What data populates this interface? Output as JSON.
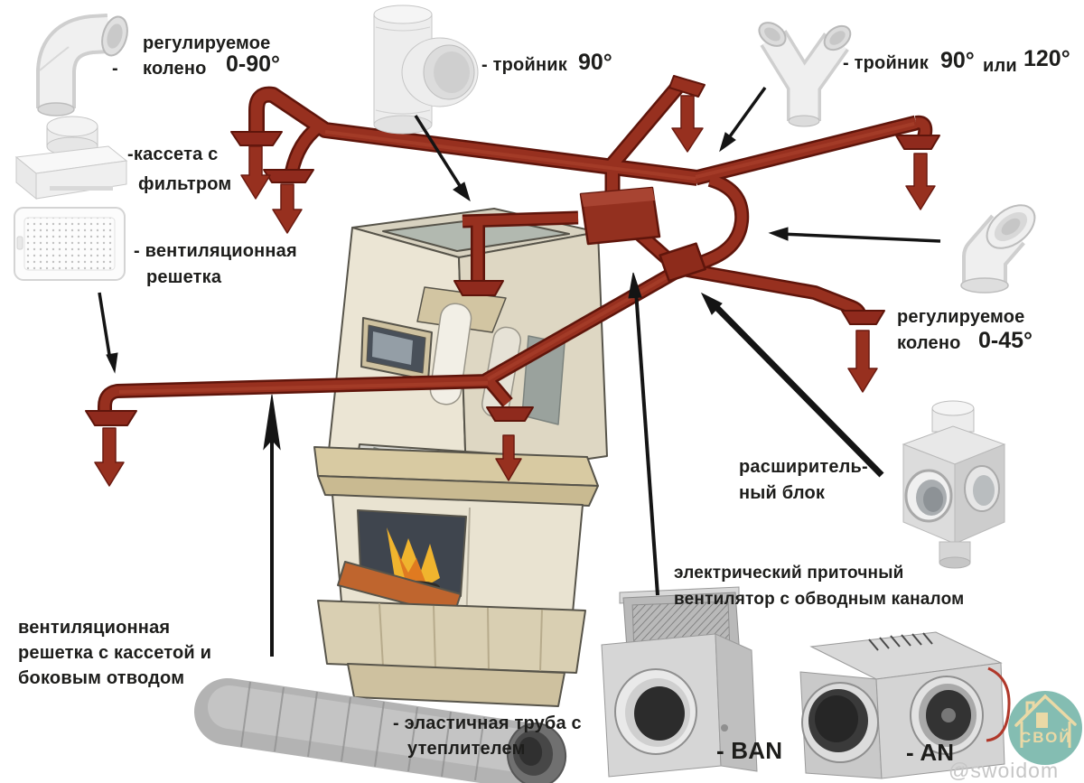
{
  "labels": {
    "elbow_0_90": {
      "dash": "-",
      "line1": "регулируемое",
      "line2": "колено",
      "value": "0-90°"
    },
    "cassette_filter": {
      "line1": "-кассета с",
      "line2": "фильтром"
    },
    "tee_90": {
      "text": "- тройник",
      "value": "90°"
    },
    "tee_90_120": {
      "text": "- тройник",
      "value": "90°",
      "conj": "или",
      "value2": "120°"
    },
    "vent_grille": {
      "line1": "- вентиляционная",
      "line2": "решетка"
    },
    "elbow_0_45": {
      "line1": "регулируемое",
      "line2": "колено",
      "value": "0-45°"
    },
    "expansion_block": {
      "line1": "расширитель-",
      "line2": "ный блок"
    },
    "electric_fan": {
      "line1": "электрический приточный",
      "line2": "вентилятор с обводным каналом"
    },
    "grille_cassette_outlet": {
      "line1": "вентиляционная",
      "line2": "решетка с кассетой и",
      "line3": "боковым отводом"
    },
    "flex_pipe": {
      "line1": "- эластичная труба с",
      "line2": "утеплителем"
    },
    "fan_ban": "- BAN",
    "fan_an": "- AN"
  },
  "branding": {
    "logo_text": "СВОЙ",
    "watermark": "@swoidom"
  },
  "icons": [
    "elbow-90-fitting-icon",
    "filter-cassette-icon",
    "vent-grille-icon",
    "tee-90-fitting-icon",
    "tee-y-fitting-icon",
    "elbow-45-fitting-icon",
    "expansion-block-icon",
    "side-outlet-box-icon",
    "flex-insulated-pipe-icon",
    "ban-fan-icon",
    "an-fan-icon",
    "house-logo-icon"
  ],
  "colors": {
    "duct": "#97301f",
    "duct_outline": "#5f150b",
    "arrow_red": "#97301f",
    "pointer_black": "#141414",
    "label_text": "#1d1d1b",
    "logo_circle": "#84bdb2",
    "logo_accent": "#ead9a6",
    "watermark_gray": "#c6c6c6",
    "fireplace_beige": "#ebe5d4",
    "fireplace_tan": "#d8caa2",
    "flame": "#f0b42e"
  }
}
